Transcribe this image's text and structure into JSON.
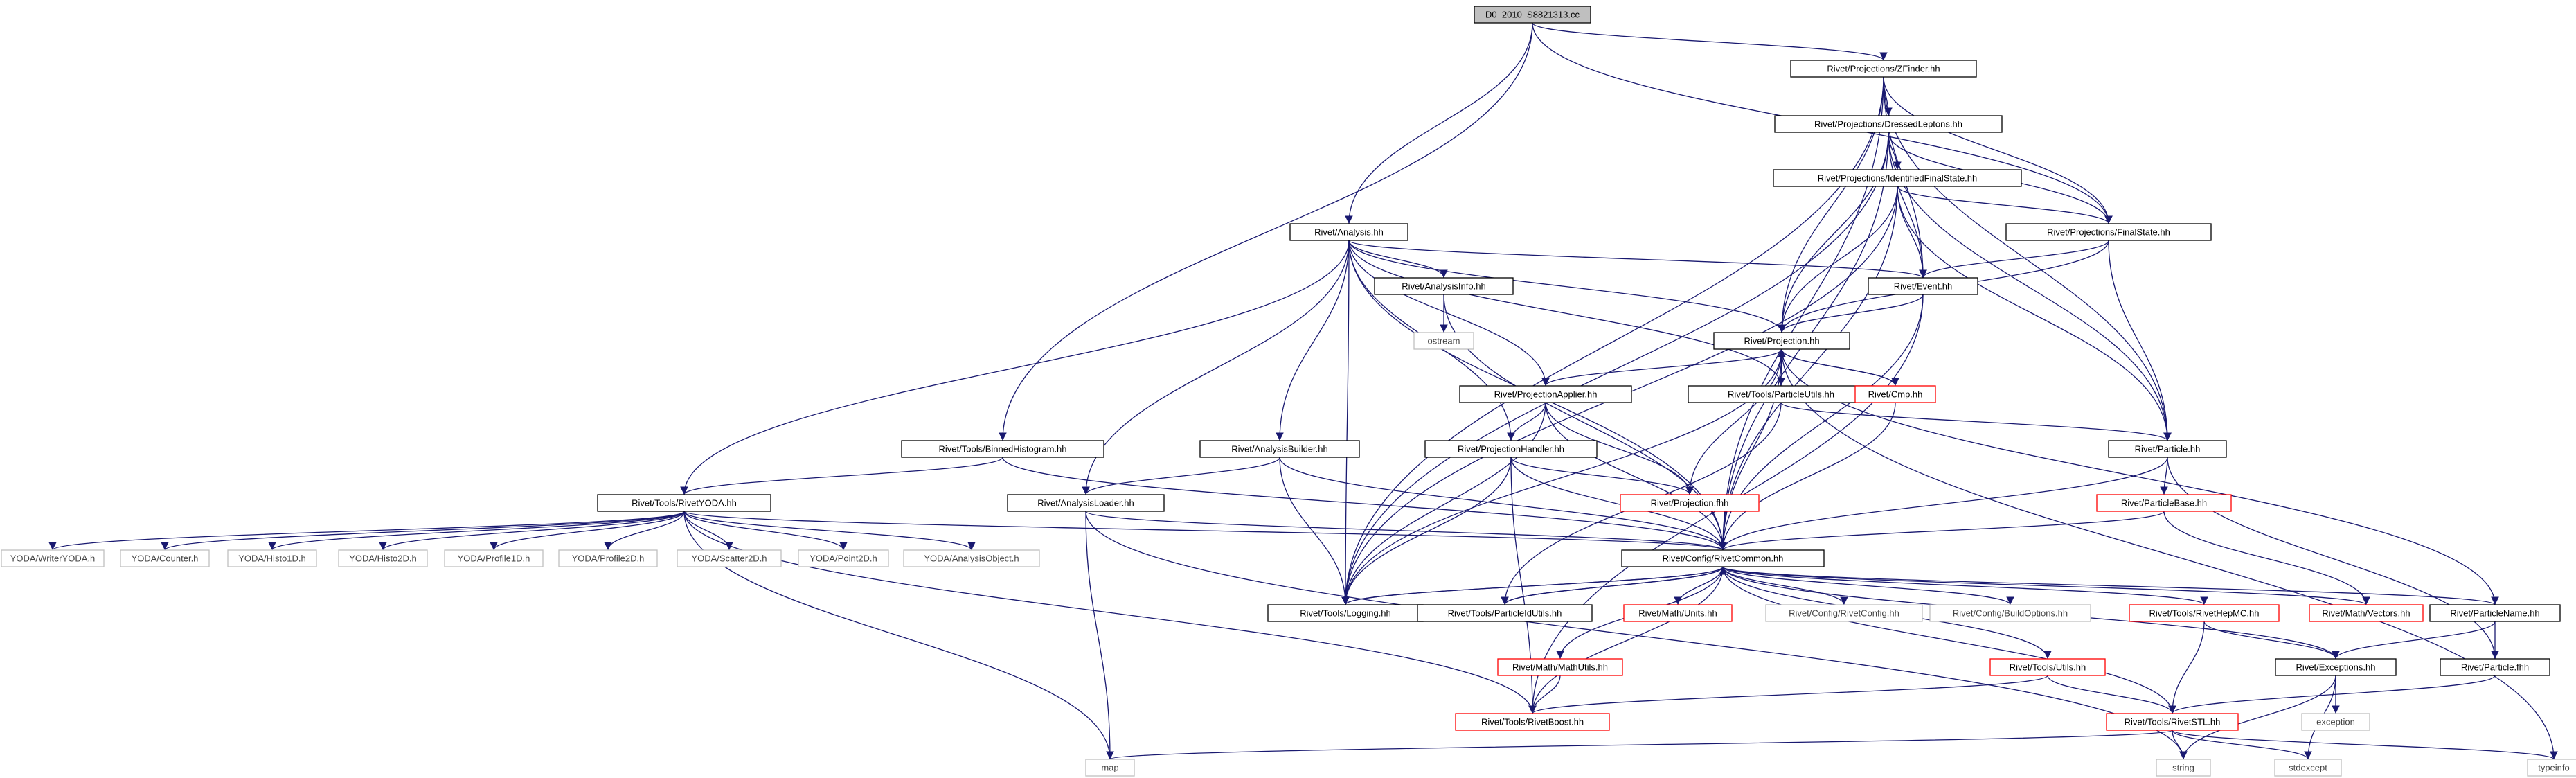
{
  "nodes": [
    {
      "id": "root",
      "label": "D0_2010_S8821313.cc",
      "kind": "root"
    },
    {
      "id": "zfinder",
      "label": "Rivet/Projections/ZFinder.hh",
      "kind": "normal"
    },
    {
      "id": "dressed",
      "label": "Rivet/Projections/DressedLeptons.hh",
      "kind": "normal"
    },
    {
      "id": "idfs",
      "label": "Rivet/Projections/IdentifiedFinalState.hh",
      "kind": "normal"
    },
    {
      "id": "finalstate",
      "label": "Rivet/Projections/FinalState.hh",
      "kind": "normal"
    },
    {
      "id": "analysis",
      "label": "Rivet/Analysis.hh",
      "kind": "normal"
    },
    {
      "id": "analysisinfo",
      "label": "Rivet/AnalysisInfo.hh",
      "kind": "normal"
    },
    {
      "id": "ostream",
      "label": "ostream",
      "kind": "grey"
    },
    {
      "id": "event",
      "label": "Rivet/Event.hh",
      "kind": "normal"
    },
    {
      "id": "projection",
      "label": "Rivet/Projection.hh",
      "kind": "normal"
    },
    {
      "id": "projapplier",
      "label": "Rivet/ProjectionApplier.hh",
      "kind": "normal"
    },
    {
      "id": "particleutils",
      "label": "Rivet/Tools/ParticleUtils.hh",
      "kind": "normal"
    },
    {
      "id": "cmp",
      "label": "Rivet/Cmp.hh",
      "kind": "red"
    },
    {
      "id": "particle",
      "label": "Rivet/Particle.hh",
      "kind": "normal"
    },
    {
      "id": "binnedhisto",
      "label": "Rivet/Tools/BinnedHistogram.hh",
      "kind": "normal"
    },
    {
      "id": "analysisbuilder",
      "label": "Rivet/AnalysisBuilder.hh",
      "kind": "normal"
    },
    {
      "id": "projhandler",
      "label": "Rivet/ProjectionHandler.hh",
      "kind": "normal"
    },
    {
      "id": "projfhh",
      "label": "Rivet/Projection.fhh",
      "kind": "red"
    },
    {
      "id": "particlebase",
      "label": "Rivet/ParticleBase.hh",
      "kind": "red"
    },
    {
      "id": "rivetyoda",
      "label": "Rivet/Tools/RivetYODA.hh",
      "kind": "normal"
    },
    {
      "id": "analysisloader",
      "label": "Rivet/AnalysisLoader.hh",
      "kind": "normal"
    },
    {
      "id": "rivetcommon",
      "label": "Rivet/Config/RivetCommon.hh",
      "kind": "normal"
    },
    {
      "id": "yodawriter",
      "label": "YODA/WriterYODA.h",
      "kind": "grey"
    },
    {
      "id": "yodacounter",
      "label": "YODA/Counter.h",
      "kind": "grey"
    },
    {
      "id": "yodahisto1d",
      "label": "YODA/Histo1D.h",
      "kind": "grey"
    },
    {
      "id": "yodahisto2d",
      "label": "YODA/Histo2D.h",
      "kind": "grey"
    },
    {
      "id": "yodaprofile1d",
      "label": "YODA/Profile1D.h",
      "kind": "grey"
    },
    {
      "id": "yodaprofile2d",
      "label": "YODA/Profile2D.h",
      "kind": "grey"
    },
    {
      "id": "yodascatter2d",
      "label": "YODA/Scatter2D.h",
      "kind": "grey"
    },
    {
      "id": "yodapoint2d",
      "label": "YODA/Point2D.h",
      "kind": "grey"
    },
    {
      "id": "yodaanalysisobject",
      "label": "YODA/AnalysisObject.h",
      "kind": "grey"
    },
    {
      "id": "logging",
      "label": "Rivet/Tools/Logging.hh",
      "kind": "normal"
    },
    {
      "id": "particleidutils",
      "label": "Rivet/Tools/ParticleIdUtils.hh",
      "kind": "normal"
    },
    {
      "id": "mathunits",
      "label": "Rivet/Math/Units.hh",
      "kind": "red"
    },
    {
      "id": "rivetconfig",
      "label": "Rivet/Config/RivetConfig.hh",
      "kind": "grey"
    },
    {
      "id": "buildoptions",
      "label": "Rivet/Config/BuildOptions.hh",
      "kind": "grey"
    },
    {
      "id": "rivethepmc",
      "label": "Rivet/Tools/RivetHepMC.hh",
      "kind": "red"
    },
    {
      "id": "mathvectors",
      "label": "Rivet/Math/Vectors.hh",
      "kind": "red"
    },
    {
      "id": "particlename",
      "label": "Rivet/ParticleName.hh",
      "kind": "normal"
    },
    {
      "id": "mathutils",
      "label": "Rivet/Math/MathUtils.hh",
      "kind": "red"
    },
    {
      "id": "toolsutils",
      "label": "Rivet/Tools/Utils.hh",
      "kind": "red"
    },
    {
      "id": "exceptions",
      "label": "Rivet/Exceptions.hh",
      "kind": "normal"
    },
    {
      "id": "particlefhh",
      "label": "Rivet/Particle.fhh",
      "kind": "normal"
    },
    {
      "id": "rivetboost",
      "label": "Rivet/Tools/RivetBoost.hh",
      "kind": "red"
    },
    {
      "id": "rivetstl",
      "label": "Rivet/Tools/RivetSTL.hh",
      "kind": "red"
    },
    {
      "id": "exception",
      "label": "exception",
      "kind": "grey"
    },
    {
      "id": "map",
      "label": "map",
      "kind": "grey"
    },
    {
      "id": "string",
      "label": "string",
      "kind": "grey"
    },
    {
      "id": "stdexcept",
      "label": "stdexcept",
      "kind": "grey"
    },
    {
      "id": "typeinfo",
      "label": "typeinfo",
      "kind": "grey"
    }
  ],
  "edges": [
    [
      "root",
      "zfinder"
    ],
    [
      "root",
      "analysis"
    ],
    [
      "root",
      "binnedhisto"
    ],
    [
      "root",
      "finalstate"
    ],
    [
      "zfinder",
      "dressed"
    ],
    [
      "zfinder",
      "finalstate"
    ],
    [
      "zfinder",
      "event"
    ],
    [
      "zfinder",
      "projection"
    ],
    [
      "zfinder",
      "particle"
    ],
    [
      "zfinder",
      "rivetcommon"
    ],
    [
      "zfinder",
      "logging"
    ],
    [
      "dressed",
      "idfs"
    ],
    [
      "dressed",
      "finalstate"
    ],
    [
      "dressed",
      "event"
    ],
    [
      "dressed",
      "projection"
    ],
    [
      "dressed",
      "particle"
    ],
    [
      "dressed",
      "rivetcommon"
    ],
    [
      "dressed",
      "logging"
    ],
    [
      "idfs",
      "finalstate"
    ],
    [
      "idfs",
      "event"
    ],
    [
      "idfs",
      "projection"
    ],
    [
      "idfs",
      "particle"
    ],
    [
      "idfs",
      "rivetcommon"
    ],
    [
      "idfs",
      "logging"
    ],
    [
      "finalstate",
      "event"
    ],
    [
      "finalstate",
      "projection"
    ],
    [
      "finalstate",
      "particle"
    ],
    [
      "analysis",
      "analysisinfo"
    ],
    [
      "analysis",
      "event"
    ],
    [
      "analysis",
      "projection"
    ],
    [
      "analysis",
      "projapplier"
    ],
    [
      "analysis",
      "projhandler"
    ],
    [
      "analysis",
      "particleutils"
    ],
    [
      "analysis",
      "analysisbuilder"
    ],
    [
      "analysis",
      "analysisloader"
    ],
    [
      "analysis",
      "rivetyoda"
    ],
    [
      "analysis",
      "logging"
    ],
    [
      "analysis",
      "rivetcommon"
    ],
    [
      "analysisinfo",
      "ostream"
    ],
    [
      "analysisinfo",
      "rivetcommon"
    ],
    [
      "event",
      "projection"
    ],
    [
      "event",
      "rivetcommon"
    ],
    [
      "event",
      "rivetboost"
    ],
    [
      "projection",
      "projapplier"
    ],
    [
      "projection",
      "particleutils"
    ],
    [
      "projection",
      "cmp"
    ],
    [
      "projection",
      "projfhh"
    ],
    [
      "projection",
      "rivetcommon"
    ],
    [
      "projection",
      "logging"
    ],
    [
      "projection",
      "particlename"
    ],
    [
      "projection",
      "typeinfo"
    ],
    [
      "projapplier",
      "projhandler"
    ],
    [
      "projapplier",
      "projfhh"
    ],
    [
      "projapplier",
      "rivetcommon"
    ],
    [
      "projapplier",
      "logging"
    ],
    [
      "particleutils",
      "particle"
    ],
    [
      "particleutils",
      "particleidutils"
    ],
    [
      "cmp",
      "projection"
    ],
    [
      "cmp",
      "rivetcommon"
    ],
    [
      "particle",
      "particlebase"
    ],
    [
      "particle",
      "rivetcommon"
    ],
    [
      "particle",
      "particlefhh"
    ],
    [
      "binnedhisto",
      "rivetyoda"
    ],
    [
      "binnedhisto",
      "rivetcommon"
    ],
    [
      "analysisbuilder",
      "analysisloader"
    ],
    [
      "analysisbuilder",
      "logging"
    ],
    [
      "analysisbuilder",
      "rivetcommon"
    ],
    [
      "projhandler",
      "projfhh"
    ],
    [
      "projhandler",
      "rivetcommon"
    ],
    [
      "projhandler",
      "logging"
    ],
    [
      "projhandler",
      "rivetboost"
    ],
    [
      "particlebase",
      "rivetcommon"
    ],
    [
      "particlebase",
      "mathvectors"
    ],
    [
      "rivetyoda",
      "yodawriter"
    ],
    [
      "rivetyoda",
      "yodacounter"
    ],
    [
      "rivetyoda",
      "yodahisto1d"
    ],
    [
      "rivetyoda",
      "yodahisto2d"
    ],
    [
      "rivetyoda",
      "yodaprofile1d"
    ],
    [
      "rivetyoda",
      "yodaprofile2d"
    ],
    [
      "rivetyoda",
      "yodascatter2d"
    ],
    [
      "rivetyoda",
      "yodapoint2d"
    ],
    [
      "rivetyoda",
      "yodaanalysisobject"
    ],
    [
      "rivetyoda",
      "rivetcommon"
    ],
    [
      "rivetyoda",
      "rivetboost"
    ],
    [
      "rivetyoda",
      "map"
    ],
    [
      "analysisloader",
      "map"
    ],
    [
      "analysisloader",
      "string"
    ],
    [
      "analysisloader",
      "rivetcommon"
    ],
    [
      "rivetcommon",
      "logging"
    ],
    [
      "rivetcommon",
      "particleidutils"
    ],
    [
      "rivetcommon",
      "mathunits"
    ],
    [
      "rivetcommon",
      "rivetconfig"
    ],
    [
      "rivetcommon",
      "buildoptions"
    ],
    [
      "rivetcommon",
      "rivethepmc"
    ],
    [
      "rivetcommon",
      "mathvectors"
    ],
    [
      "rivetcommon",
      "particlename"
    ],
    [
      "rivetcommon",
      "mathutils"
    ],
    [
      "rivetcommon",
      "toolsutils"
    ],
    [
      "rivetcommon",
      "exceptions"
    ],
    [
      "rivetcommon",
      "rivetboost"
    ],
    [
      "rivetcommon",
      "rivetstl"
    ],
    [
      "logging",
      "rivetcommon"
    ],
    [
      "particleidutils",
      "rivetcommon"
    ],
    [
      "particlename",
      "exceptions"
    ],
    [
      "particlename",
      "particlefhh"
    ],
    [
      "mathutils",
      "rivetboost"
    ],
    [
      "toolsutils",
      "rivetboost"
    ],
    [
      "toolsutils",
      "rivetstl"
    ],
    [
      "rivethepmc",
      "exceptions"
    ],
    [
      "rivethepmc",
      "rivetstl"
    ],
    [
      "exceptions",
      "exception"
    ],
    [
      "exceptions",
      "stdexcept"
    ],
    [
      "exceptions",
      "string"
    ],
    [
      "particlefhh",
      "rivetstl"
    ],
    [
      "rivetstl",
      "map"
    ],
    [
      "rivetstl",
      "string"
    ],
    [
      "rivetstl",
      "stdexcept"
    ],
    [
      "rivetstl",
      "typeinfo"
    ]
  ]
}
